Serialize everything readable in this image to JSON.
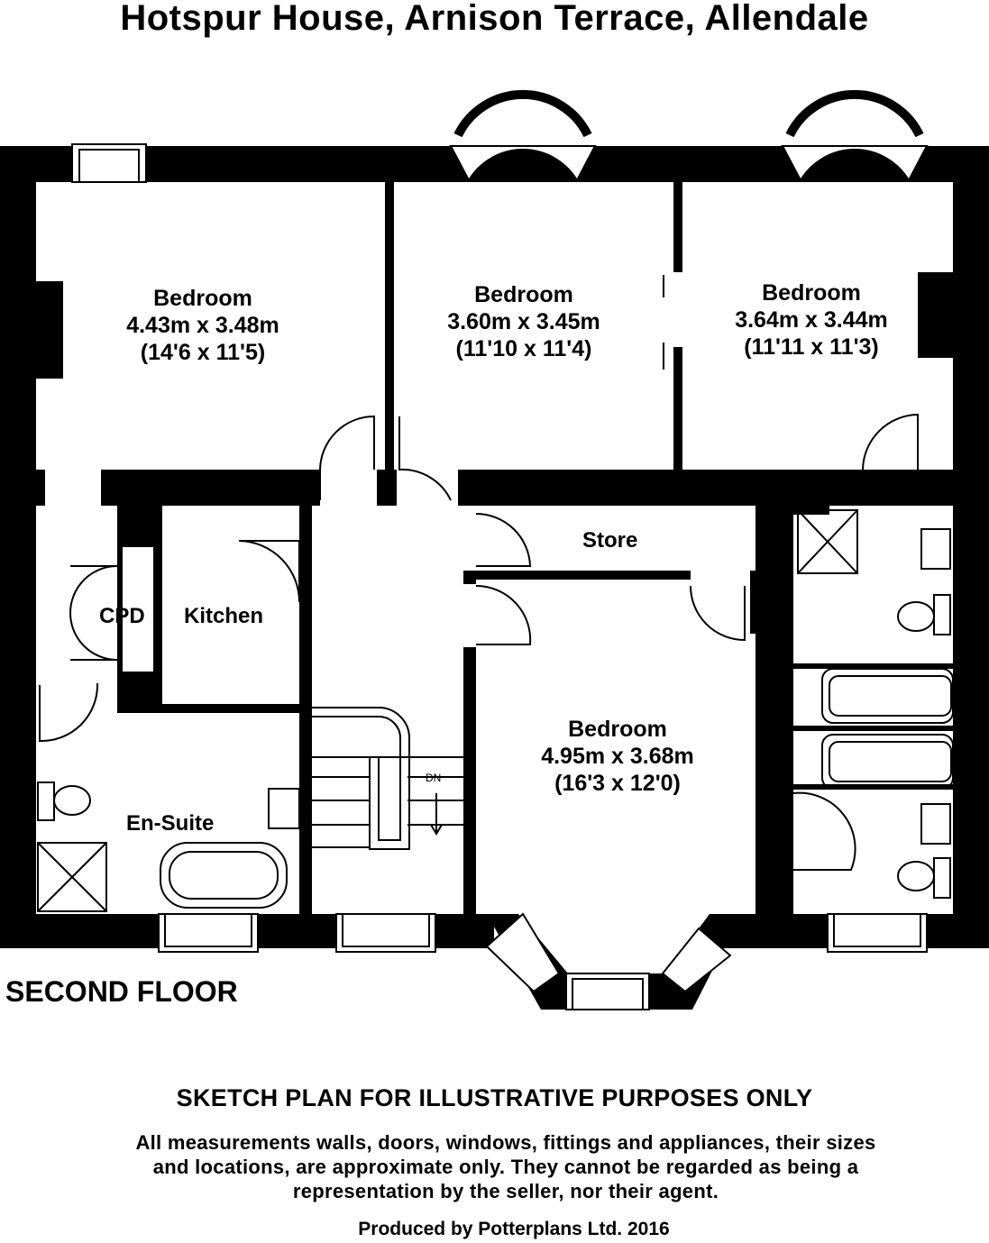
{
  "title": "Hotspur House, Arnison Terrace, Allendale",
  "floor": "SECOND FLOOR",
  "rooms": [
    {
      "name": "Bedroom",
      "metric": "4.43m x 3.48m",
      "imperial": "(14'6 x 11'5)"
    },
    {
      "name": "Bedroom",
      "metric": "3.60m x 3.45m",
      "imperial": "(11'10 x 11'4)"
    },
    {
      "name": "Bedroom",
      "metric": "3.64m x 3.44m",
      "imperial": "(11'11 x 11'3)"
    },
    {
      "name": "Bedroom",
      "metric": "4.95m x 3.68m",
      "imperial": "(16'3 x 12'0)"
    }
  ],
  "labels": {
    "store": "Store",
    "cpd": "CPD",
    "kitchen": "Kitchen",
    "ensuite": "En-Suite",
    "stairs_dn": "DN"
  },
  "disclaimer": {
    "heading": "SKETCH PLAN FOR ILLUSTRATIVE PURPOSES ONLY",
    "body": "All measurements walls, doors, windows, fittings and appliances, their sizes and locations, are approximate only. They cannot be regarded as being a representation by the seller, nor their agent.",
    "producer": "Produced by Potterplans Ltd. 2016"
  }
}
